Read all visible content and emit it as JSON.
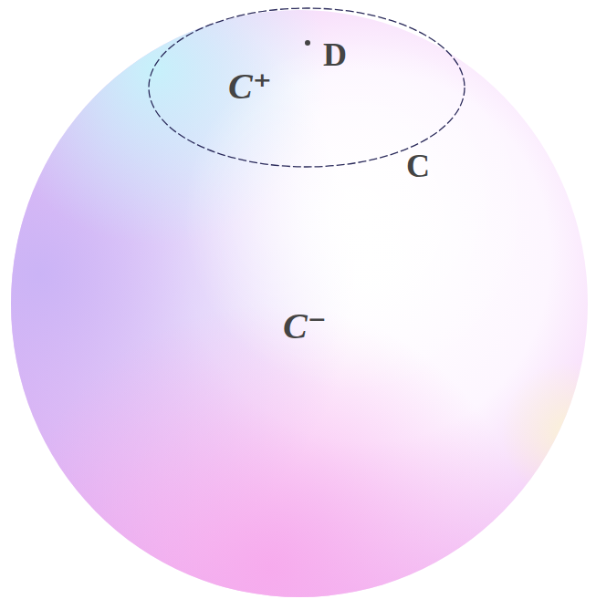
{
  "diagram": {
    "labels": [
      "C⁺",
      "D",
      "C",
      "C⁻"
    ]
  }
}
